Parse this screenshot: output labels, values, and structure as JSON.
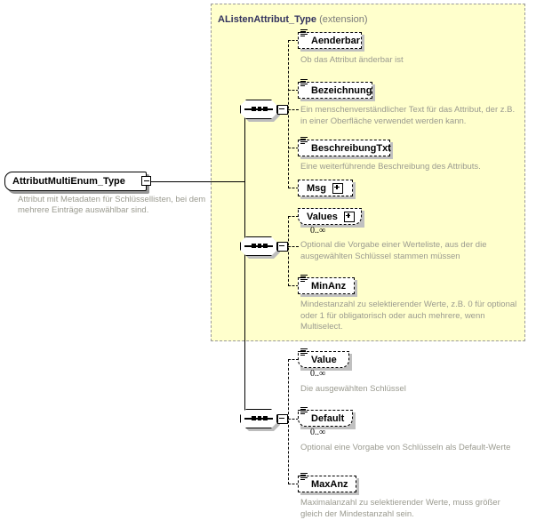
{
  "diagram": {
    "kind": "xsd-schema-element-diagram",
    "root": {
      "name": "AttributMultiEnum_Type",
      "toggle_icon": "minus-toggle-icon",
      "documentation": "Attribut mit Metadaten für Schlüssellisten, bei dem mehrere Einträge auswählbar sind."
    },
    "extension_panel": {
      "base_type": "AListenAttribut_Type",
      "kind_label": "(extension)"
    },
    "groups": [
      {
        "id": "group-inherited-1",
        "compositor": "sequence",
        "nodes": [
          {
            "name": "Aenderbar",
            "icon": "element-icon",
            "expand": null,
            "cardinality": null,
            "documentation": "Ob das Attribut änderbar ist"
          },
          {
            "name": "Bezeichnung",
            "icon": "element-icon",
            "expand": null,
            "cardinality": null,
            "documentation": "Ein menschenverständlicher Text für das Attribut, der z.B. in einer Oberfläche verwendet werden kann."
          },
          {
            "name": "BeschreibungTxt",
            "icon": "element-icon",
            "expand": null,
            "cardinality": null,
            "documentation": "Eine weiterführende Beschreibung des Attributs."
          },
          {
            "name": "Msg",
            "icon": null,
            "expand": "plus-expand-icon",
            "cardinality": null,
            "documentation": null
          }
        ]
      },
      {
        "id": "group-inherited-2",
        "compositor": "sequence",
        "nodes": [
          {
            "name": "Values",
            "icon": null,
            "expand": "plus-expand-icon",
            "cardinality": "0..∞",
            "documentation": "Optional die Vorgabe einer Werteliste, aus der die ausgewählten Schlüssel stammen müssen"
          },
          {
            "name": "MinAnz",
            "icon": "element-icon",
            "expand": null,
            "cardinality": null,
            "documentation": "Mindestanzahl zu selektierender Werte, z.B. 0 für optional oder 1 für obligatorisch oder auch mehrere, wenn Multiselect."
          }
        ]
      },
      {
        "id": "group-own",
        "compositor": "sequence",
        "nodes": [
          {
            "name": "Value",
            "icon": "element-icon",
            "expand": null,
            "cardinality": "0..∞",
            "documentation": "Die ausgewählten Schlüssel"
          },
          {
            "name": "Default",
            "icon": "element-icon",
            "expand": null,
            "cardinality": "0..∞",
            "documentation": "Optional eine Vorgabe von Schlüsseln als Default-Werte"
          },
          {
            "name": "MaxAnz",
            "icon": "element-icon",
            "expand": null,
            "cardinality": null,
            "documentation": "Maximalanzahl zu selektierender Werte, muss größer gleich der Mindestanzahl sein."
          }
        ]
      }
    ],
    "colors": {
      "panel_background": "#ffffcc",
      "panel_border": "#999999",
      "title_text": "#33335e",
      "documentation_text": "#9a9a8f",
      "node_border": "#000000",
      "shadow": "#c0c0c0"
    }
  }
}
